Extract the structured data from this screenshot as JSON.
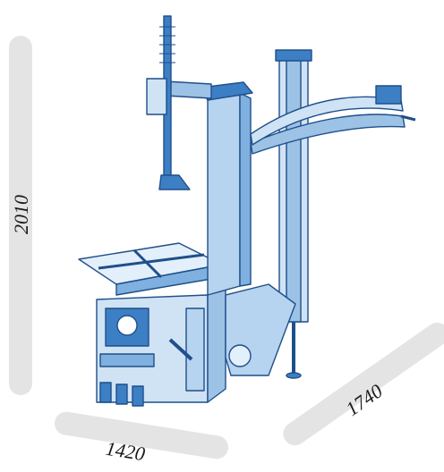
{
  "dimensions": {
    "height_label": "2010",
    "width_label": "1420",
    "depth_label": "1740"
  },
  "colors": {
    "machine_blue": "#3d7fc4",
    "machine_light": "#cfe3f5",
    "machine_dark": "#1f4f8a",
    "bar_gray": "#e4e4e4",
    "text": "#1a1a1a"
  },
  "machine": {
    "icon": "tyre-changer-machine-icon"
  }
}
